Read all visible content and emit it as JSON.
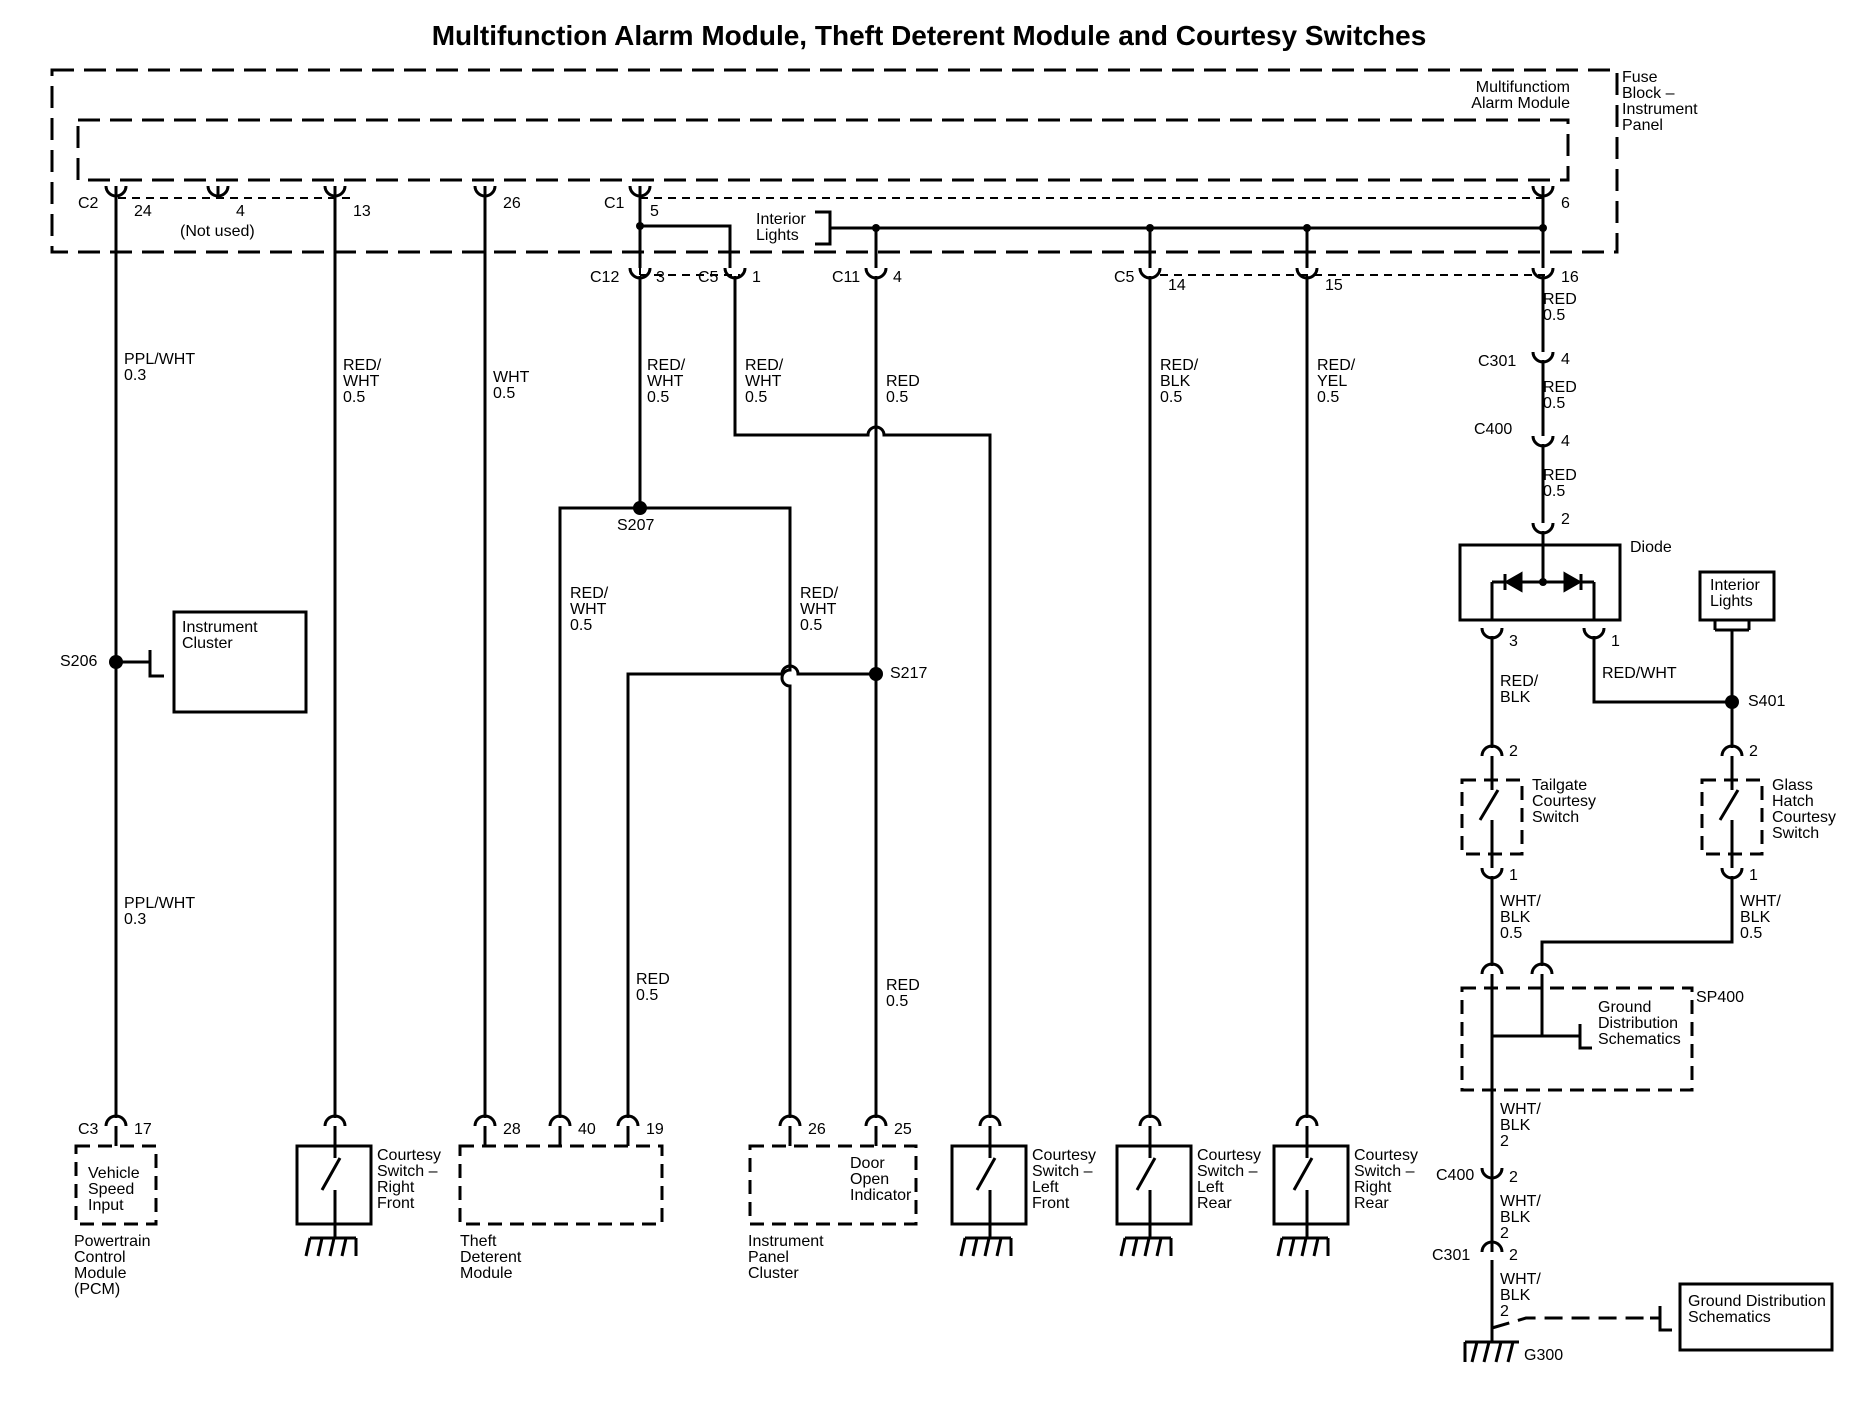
{
  "title": "Multifunction Alarm Module, Theft Deterent Module and Courtesy Switches",
  "boxes": {
    "fuse_block": [
      "Fuse",
      "Block –",
      "Instrument",
      "Panel"
    ],
    "alarm_module": [
      "Multifunctiom",
      "Alarm Module"
    ],
    "interior_lights_upper": [
      "Interior",
      "Lights"
    ],
    "instrument_cluster": [
      "Instrument",
      "Cluster"
    ],
    "vehicle_speed_input": [
      "Vehicle",
      "Speed",
      "Input"
    ],
    "pcm": [
      "Powertrain",
      "Control",
      "Module",
      "(PCM)"
    ],
    "theft_deterent": [
      "Theft",
      "Deterent",
      "Module"
    ],
    "door_open_indicator": [
      "Door",
      "Open",
      "Indicator"
    ],
    "instrument_panel_cluster": [
      "Instrument",
      "Panel",
      "Cluster"
    ],
    "diode": "Diode",
    "interior_lights_right": [
      "Interior",
      "Lights"
    ],
    "ground_dist_sp400": [
      "Ground",
      "Distribution",
      "Schematics"
    ],
    "ground_dist_bottom": [
      "Ground Distribution",
      "Schematics"
    ]
  },
  "switches": {
    "rf": [
      "Courtesy",
      "Switch –",
      "Right",
      "Front"
    ],
    "lf": [
      "Courtesy",
      "Switch –",
      "Left",
      "Front"
    ],
    "lr": [
      "Courtesy",
      "Switch –",
      "Left",
      "Rear"
    ],
    "rr": [
      "Courtesy",
      "Switch –",
      "Right",
      "Rear"
    ],
    "tailgate": [
      "Tailgate",
      "Courtesy",
      "Switch"
    ],
    "glass_hatch": [
      "Glass",
      "Hatch",
      "Courtesy",
      "Switch"
    ]
  },
  "connectors": {
    "c2": "C2",
    "c1": "C1",
    "c12": "C12",
    "c5a": "C5",
    "c11": "C11",
    "c5b": "C5",
    "c301a": "C301",
    "c400a": "C400",
    "c3": "C3",
    "c400b": "C400",
    "c301b": "C301"
  },
  "pins": {
    "p24": "24",
    "p4_unused": "4",
    "not_used": "(Not used)",
    "p13": "13",
    "p26_top": "26",
    "p5": "5",
    "p6": "6",
    "p3_c12": "3",
    "p1_c5": "1",
    "p4_c11": "4",
    "p14": "14",
    "p15": "15",
    "p16": "16",
    "p4_c301": "4",
    "p4_c400": "4",
    "p2_diode": "2",
    "p3_diode": "3",
    "p1_diode": "1",
    "p2_tailgate": "2",
    "p1_tailgate": "1",
    "p2_glass": "2",
    "p1_glass": "1",
    "p17": "17",
    "p28": "28",
    "p40": "40",
    "p19": "19",
    "p26_ipc": "26",
    "p25": "25",
    "p2_c400": "2",
    "p2_c301": "2"
  },
  "splices": {
    "s206": "S206",
    "s207": "S207",
    "s217": "S217",
    "s401": "S401",
    "sp400": "SP400",
    "g300": "G300"
  },
  "wires": {
    "ppl_wht_top": [
      "PPL/WHT",
      "0.3"
    ],
    "ppl_wht_bottom": [
      "PPL/WHT",
      "0.3"
    ],
    "red_wht_13": [
      "RED/",
      "WHT",
      "0.5"
    ],
    "wht_26": [
      "WHT",
      "0.5"
    ],
    "red_wht_c12": [
      "RED/",
      "WHT",
      "0.5"
    ],
    "red_wht_c5": [
      "RED/",
      "WHT",
      "0.5"
    ],
    "red_c11": [
      "RED",
      "0.5"
    ],
    "red_blk_14": [
      "RED/",
      "BLK",
      "0.5"
    ],
    "red_yel_15": [
      "RED/",
      "YEL",
      "0.5"
    ],
    "red_16": [
      "RED",
      "0.5"
    ],
    "red_c301": [
      "RED",
      "0.5"
    ],
    "red_c400": [
      "RED",
      "0.5"
    ],
    "red_wht_40": [
      "RED/",
      "WHT",
      "0.5"
    ],
    "red_wht_26": [
      "RED/",
      "WHT",
      "0.5"
    ],
    "red_19": [
      "RED",
      "0.5"
    ],
    "red_25": [
      "RED",
      "0.5"
    ],
    "red_blk_diode": [
      "RED/",
      "BLK"
    ],
    "red_wht_diode": "RED/WHT",
    "wht_blk_tailgate": [
      "WHT/",
      "BLK",
      "0.5"
    ],
    "wht_blk_glass": [
      "WHT/",
      "BLK",
      "0.5"
    ],
    "wht_blk_sp400": [
      "WHT/",
      "BLK",
      "2"
    ],
    "wht_blk_c400": [
      "WHT/",
      "BLK",
      "2"
    ],
    "wht_blk_c301": [
      "WHT/",
      "BLK",
      "2"
    ]
  }
}
